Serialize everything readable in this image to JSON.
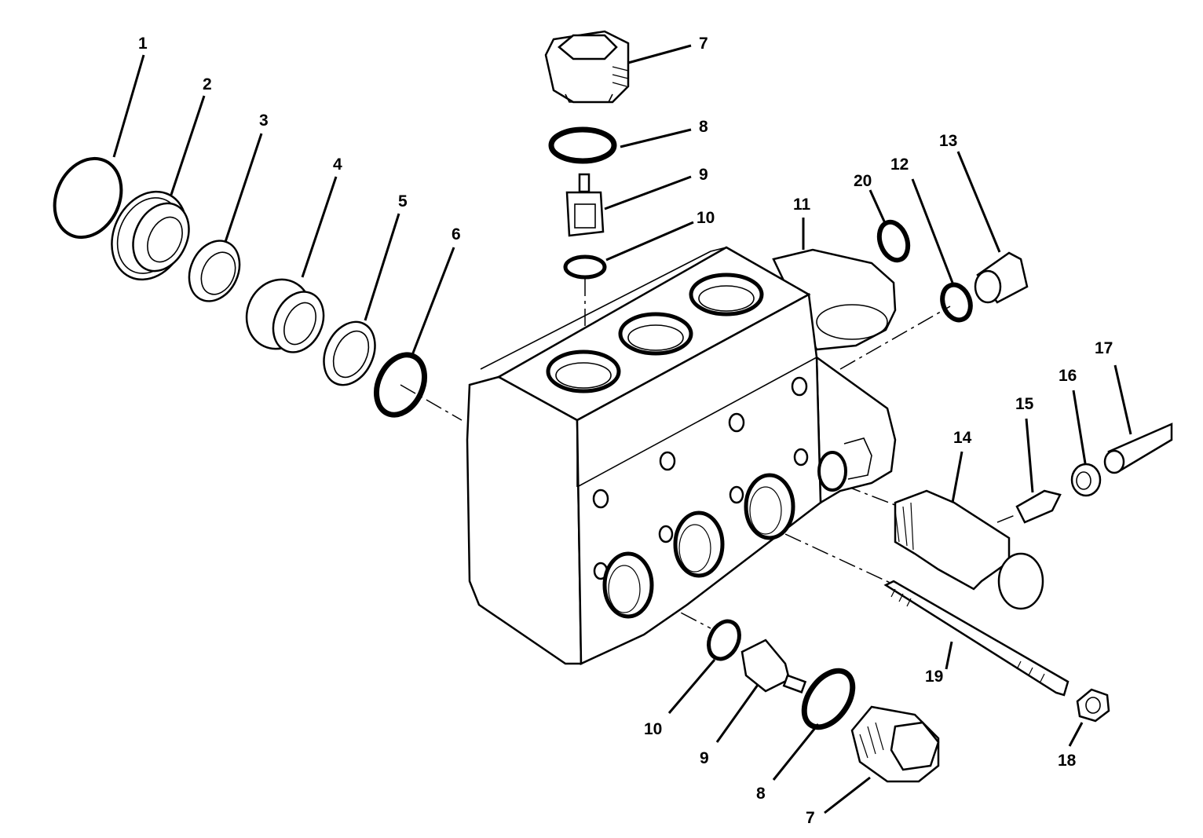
{
  "diagram": {
    "callouts": [
      {
        "id": "c1",
        "label": "1"
      },
      {
        "id": "c2",
        "label": "2"
      },
      {
        "id": "c3",
        "label": "3"
      },
      {
        "id": "c4",
        "label": "4"
      },
      {
        "id": "c5",
        "label": "5"
      },
      {
        "id": "c6",
        "label": "6"
      },
      {
        "id": "c7a",
        "label": "7"
      },
      {
        "id": "c8a",
        "label": "8"
      },
      {
        "id": "c9a",
        "label": "9"
      },
      {
        "id": "c10a",
        "label": "10"
      },
      {
        "id": "c11",
        "label": "11"
      },
      {
        "id": "c20",
        "label": "20"
      },
      {
        "id": "c12",
        "label": "12"
      },
      {
        "id": "c13",
        "label": "13"
      },
      {
        "id": "c17",
        "label": "17"
      },
      {
        "id": "c16",
        "label": "16"
      },
      {
        "id": "c15",
        "label": "15"
      },
      {
        "id": "c14",
        "label": "14"
      },
      {
        "id": "c19",
        "label": "19"
      },
      {
        "id": "c18",
        "label": "18"
      },
      {
        "id": "c10b",
        "label": "10"
      },
      {
        "id": "c9b",
        "label": "9"
      },
      {
        "id": "c8b",
        "label": "8"
      },
      {
        "id": "c7b",
        "label": "7"
      }
    ]
  }
}
